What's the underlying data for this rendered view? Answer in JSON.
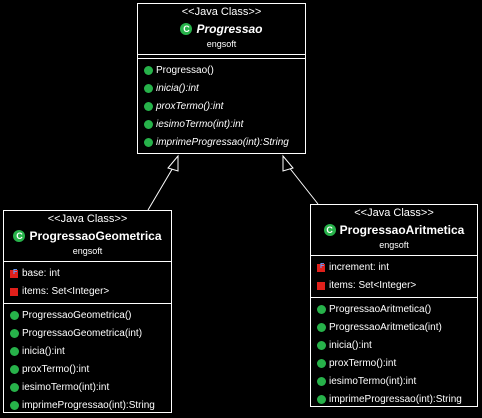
{
  "classes": {
    "progressao": {
      "stereotype": "<<Java Class>>",
      "name": "Progressao",
      "package": "engsoft",
      "methods": [
        "Progressao()",
        "inicia():int",
        "proxTermo():int",
        "iesimoTermo(int):int",
        "imprimeProgressao(int):String"
      ]
    },
    "geometrica": {
      "stereotype": "<<Java Class>>",
      "name": "ProgressaoGeometrica",
      "package": "engsoft",
      "fields": [
        "base: int",
        "items: Set<Integer>"
      ],
      "methods": [
        "ProgressaoGeometrica()",
        "ProgressaoGeometrica(int)",
        "inicia():int",
        "proxTermo():int",
        "iesimoTermo(int):int",
        "imprimeProgressao(int):String"
      ]
    },
    "aritmetica": {
      "stereotype": "<<Java Class>>",
      "name": "ProgressaoAritmetica",
      "package": "engsoft",
      "fields": [
        "increment: int",
        "items: Set<Integer>"
      ],
      "methods": [
        "ProgressaoAritmetica()",
        "ProgressaoAritmetica(int)",
        "inicia():int",
        "proxTermo():int",
        "iesimoTermo(int):int",
        "imprimeProgressao(int):String"
      ]
    }
  },
  "icons": {
    "class_icon": "class-c-icon",
    "method_icon": "public-method-icon",
    "field_icon": "private-field-icon",
    "class_icon_letter": "C",
    "accent_green": "#27b24a",
    "field_red": "#e0201b"
  }
}
